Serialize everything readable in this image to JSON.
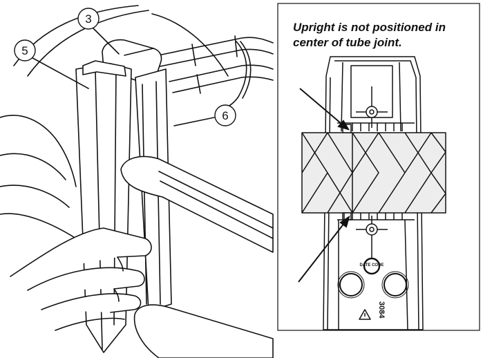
{
  "illustration": {
    "callouts": [
      {
        "id": "callout-3",
        "label": "3"
      },
      {
        "id": "callout-5",
        "label": "5"
      },
      {
        "id": "callout-6",
        "label": "6"
      }
    ]
  },
  "detail_panel": {
    "caption_line1": "Upright is not positioned in",
    "caption_line2": "center of tube joint.",
    "stamp_label": "DATE CODE",
    "part_number": "3084",
    "warning_glyph": "warning-triangle-icon"
  },
  "colors": {
    "line": "#111111",
    "tube_fill": "#ededed",
    "background": "#ffffff"
  }
}
